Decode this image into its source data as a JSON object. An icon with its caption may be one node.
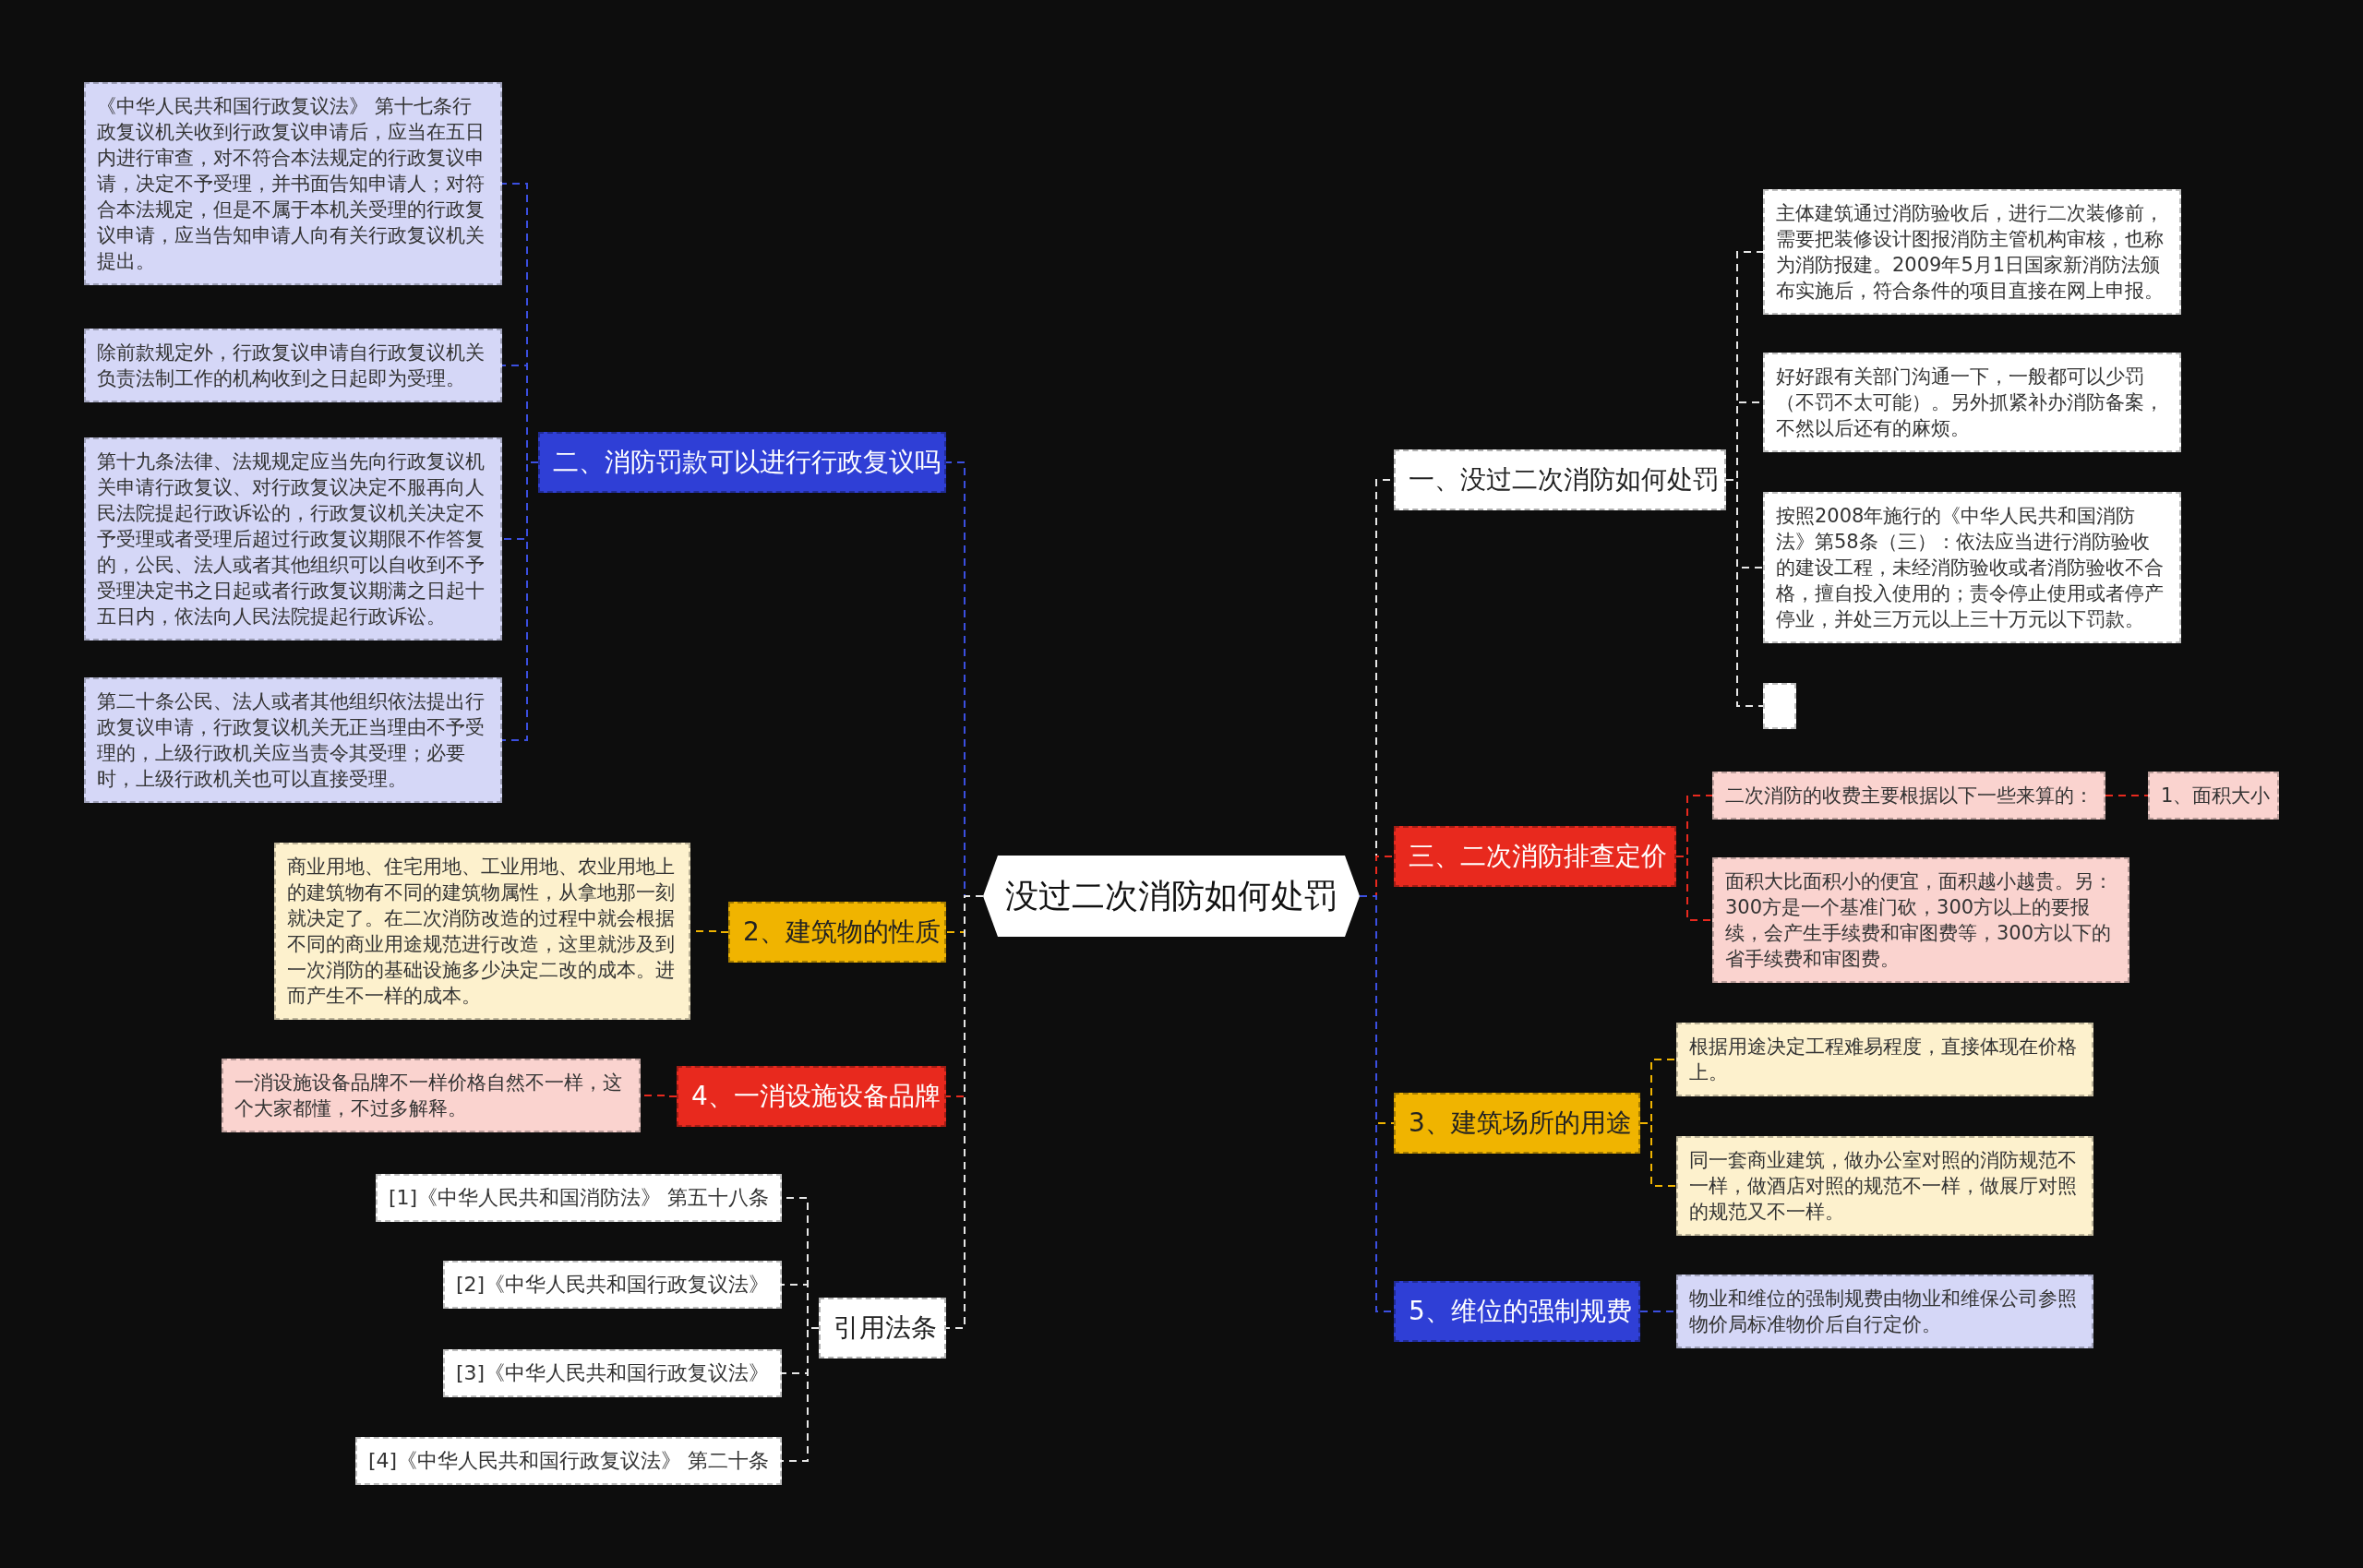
{
  "diagram": {
    "nodes": [
      {
        "text": [
          "没过二次消防如何处罚"
        ]
      },
      {
        "text": [
          "二、消防罚款可以进行行政复议吗"
        ]
      },
      {
        "text": [
          "《中华人民共和国行政复议法》 第十七条行政复议机关收到行政复议申请后，应当在五日内进行审查，对不符合本法规定的行政复议申请，决定不予受理，并书面告知申请人；对符合本法规定，但是不属于本机关受理的行政复议申请，应当告知申请人向有关行政复议机关提出。"
        ]
      },
      {
        "text": [
          "除前款规定外，行政复议申请自行政复议机关负责法制工作的机构收到之日起即为受理。"
        ]
      },
      {
        "text": [
          "第十九条法律、法规规定应当先向行政复议机关申请行政复议、对行政复议决定不服再向人民法院提起行政诉讼的，行政复议机关决定不予受理或者受理后超过行政复议期限不作答复的，公民、法人或者其他组织可以自收到不予受理决定书之日起或者行政复议期满之日起十五日内，依法向人民法院提起行政诉讼。"
        ]
      },
      {
        "text": [
          "第二十条公民、法人或者其他组织依法提出行政复议申请，行政复议机关无正当理由不予受理的，上级行政机关应当责令其受理；必要时，上级行政机关也可以直接受理。"
        ]
      },
      {
        "text": [
          "2、建筑物的性质"
        ]
      },
      {
        "text": [
          "商业用地、住宅用地、工业用地、农业用地上的建筑物有不同的建筑物属性，从拿地那一刻就决定了。在二次消防改造的过程中就会根据不同的商业用途规范进行改造，这里就涉及到一次消防的基础设施多少决定二改的成本。进而产生不一样的成本。"
        ]
      },
      {
        "text": [
          "4、一消设施设备品牌"
        ]
      },
      {
        "text": [
          "一消设施设备品牌不一样价格自然不一样，这个大家都懂，不过多解释。"
        ]
      },
      {
        "text": [
          "引用法条"
        ]
      },
      {
        "text": [
          "[1]《中华人民共和国消防法》 第五十八条"
        ]
      },
      {
        "text": [
          "[2]《中华人民共和国行政复议法》"
        ]
      },
      {
        "text": [
          "[3]《中华人民共和国行政复议法》"
        ]
      },
      {
        "text": [
          "[4]《中华人民共和国行政复议法》 第二十条"
        ]
      },
      {
        "text": [
          "一、没过二次消防如何处罚"
        ]
      },
      {
        "text": [
          "主体建筑通过消防验收后，进行二次装修前，需要把装修设计图报消防主管机构审核，也称为消防报建。2009年5月1日国家新消防法颁布实施后，符合条件的项目直接在网上申报。"
        ]
      },
      {
        "text": [
          "好好跟有关部门沟通一下，一般都可以少罚（不罚不太可能）。另外抓紧补办消防备案，不然以后还有的麻烦。"
        ]
      },
      {
        "text": [
          "按照2008年施行的《中华人民共和国消防法》第58条（三）：依法应当进行消防验收的建设工程，未经消防验收或者消防验收不合格，擅自投入使用的；责令停止使用或者停产停业，并处三万元以上三十万元以下罚款。"
        ]
      },
      {
        "text": [],
        "shape": "box"
      },
      {
        "text": [
          "三、二次消防排查定价"
        ]
      },
      {
        "text": [
          "二次消防的收费主要根据以下一些来算的："
        ]
      },
      {
        "text": [
          "1、面积大小"
        ]
      },
      {
        "text": [
          "面积大比面积小的便宜，面积越小越贵。另：300方是一个基准门砍，300方以上的要报续，会产生手续费和审图费等，300方以下的省手续费和审图费。"
        ]
      },
      {
        "text": [
          "3、建筑场所的用途"
        ]
      },
      {
        "text": [
          "根据用途决定工程难易程度，直接体现在价格上。"
        ]
      },
      {
        "text": [
          "同一套商业建筑，做办公室对照的消防规范不一样，做酒店对照的规范不一样，做展厅对照的规范又不一样。"
        ]
      },
      {
        "text": [
          "5、维位的强制规费"
        ]
      },
      {
        "text": [
          "物业和维位的强制规费由物业和维保公司参照物价局标准物价后自行定价。"
        ]
      }
    ],
    "edges": [
      {
        "from": 0,
        "to": 1,
        "arrow": "none",
        "color": "#3b4fe0"
      },
      {
        "from": 1,
        "to": 2,
        "arrow": "none",
        "color": "#3b4fe0"
      },
      {
        "from": 1,
        "to": 3,
        "arrow": "none",
        "color": "#3b4fe0"
      },
      {
        "from": 1,
        "to": 4,
        "arrow": "none",
        "color": "#3b4fe0"
      },
      {
        "from": 1,
        "to": 5,
        "arrow": "none",
        "color": "#3b4fe0"
      },
      {
        "from": 0,
        "to": 6,
        "arrow": "none",
        "color": "#f0b400"
      },
      {
        "from": 6,
        "to": 7,
        "arrow": "none",
        "color": "#f0b400"
      },
      {
        "from": 0,
        "to": 8,
        "arrow": "none",
        "color": "#e8291e"
      },
      {
        "from": 8,
        "to": 9,
        "arrow": "none",
        "color": "#e8291e"
      },
      {
        "from": 0,
        "to": 10,
        "arrow": "none"
      },
      {
        "from": 10,
        "to": 11,
        "arrow": "none"
      },
      {
        "from": 10,
        "to": 12,
        "arrow": "none"
      },
      {
        "from": 10,
        "to": 13,
        "arrow": "none"
      },
      {
        "from": 10,
        "to": 14,
        "arrow": "none"
      },
      {
        "from": 0,
        "to": 15,
        "arrow": "none"
      },
      {
        "from": 15,
        "to": 16,
        "arrow": "none"
      },
      {
        "from": 15,
        "to": 17,
        "arrow": "none"
      },
      {
        "from": 15,
        "to": 18,
        "arrow": "none"
      },
      {
        "from": 15,
        "to": 19,
        "arrow": "none"
      },
      {
        "from": 0,
        "to": 20,
        "arrow": "none",
        "color": "#e8291e"
      },
      {
        "from": 20,
        "to": 21,
        "arrow": "none",
        "color": "#e8291e"
      },
      {
        "from": 21,
        "to": 22,
        "arrow": "none",
        "color": "#e8291e"
      },
      {
        "from": 20,
        "to": 23,
        "arrow": "none",
        "color": "#e8291e"
      },
      {
        "from": 0,
        "to": 24,
        "arrow": "none",
        "color": "#f0b400"
      },
      {
        "from": 24,
        "to": 25,
        "arrow": "none",
        "color": "#f0b400"
      },
      {
        "from": 24,
        "to": 26,
        "arrow": "none",
        "color": "#f0b400"
      },
      {
        "from": 0,
        "to": 27,
        "arrow": "none",
        "color": "#3b4fe0"
      },
      {
        "from": 27,
        "to": 28,
        "arrow": "none",
        "color": "#3b4fe0"
      }
    ]
  }
}
